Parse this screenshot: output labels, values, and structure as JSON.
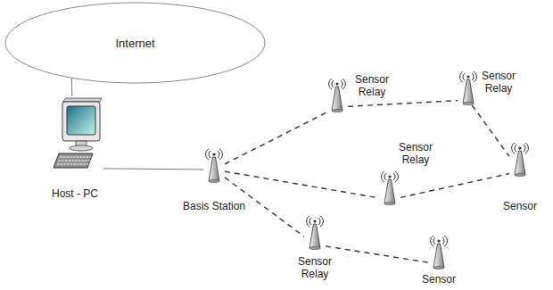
{
  "diagram": {
    "nodes": [
      {
        "text": [
          "Internet"
        ]
      },
      {
        "text": [
          "Host - PC"
        ]
      },
      {
        "text": [
          "Basis Station"
        ]
      },
      {
        "text": [
          "Sensor Relay"
        ]
      },
      {
        "text": [
          "Sensor Relay"
        ]
      },
      {
        "text": [
          "Sensor Relay"
        ]
      },
      {
        "text": [
          "Sensor"
        ]
      },
      {
        "text": [
          "Sensor Relay"
        ]
      },
      {
        "text": [
          "Sensor"
        ]
      }
    ],
    "edges": [
      {
        "from": 0,
        "to": 1,
        "arrow": "none"
      },
      {
        "from": 1,
        "to": 2,
        "arrow": "none"
      },
      {
        "from": 2,
        "to": 3,
        "arrow": "none"
      },
      {
        "from": 3,
        "to": 4,
        "arrow": "none"
      },
      {
        "from": 4,
        "to": 6,
        "arrow": "none"
      },
      {
        "from": 2,
        "to": 5,
        "arrow": "none"
      },
      {
        "from": 5,
        "to": 6,
        "arrow": "none"
      },
      {
        "from": 2,
        "to": 7,
        "arrow": "none"
      },
      {
        "from": 7,
        "to": 8,
        "arrow": "none"
      }
    ]
  }
}
